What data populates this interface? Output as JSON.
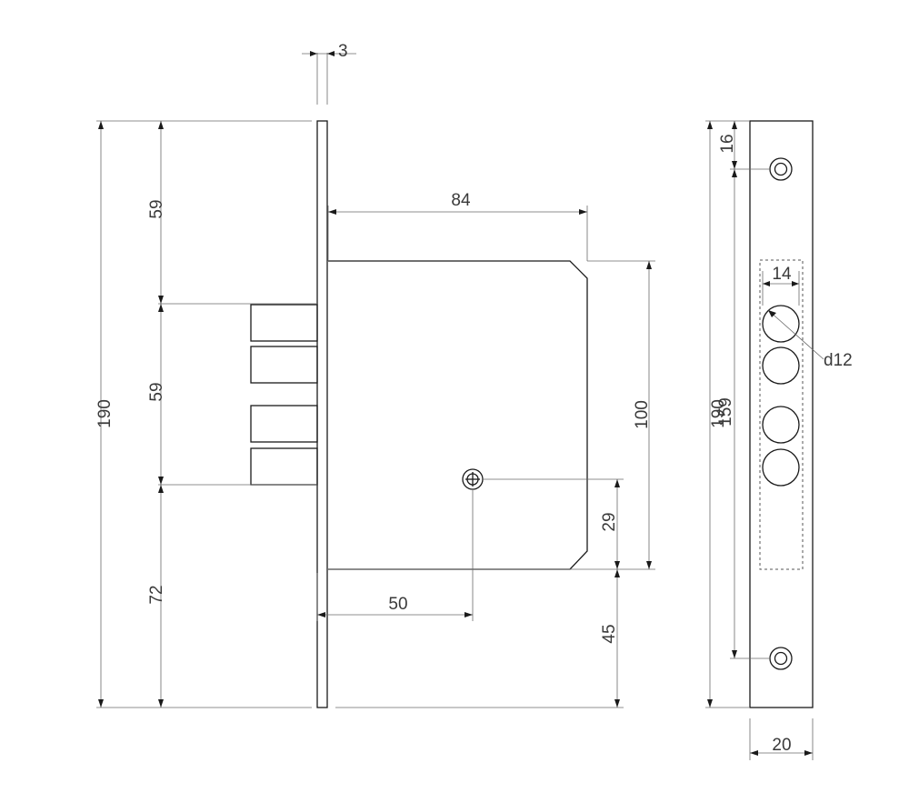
{
  "dimensions": {
    "plate_thickness": "3",
    "total_height_front": "190",
    "upper_offset": "59",
    "bolt_span": "59",
    "lower_offset": "72",
    "case_width": "84",
    "case_height": "100",
    "spindle_from_bottom": "29",
    "bottom_to_case": "45",
    "backset": "50",
    "total_height_side": "190",
    "screw_spacing": "159",
    "top_screw_offset": "16",
    "hole_spacing_width": "14",
    "hole_diameter": "d12",
    "faceplate_width": "20"
  }
}
